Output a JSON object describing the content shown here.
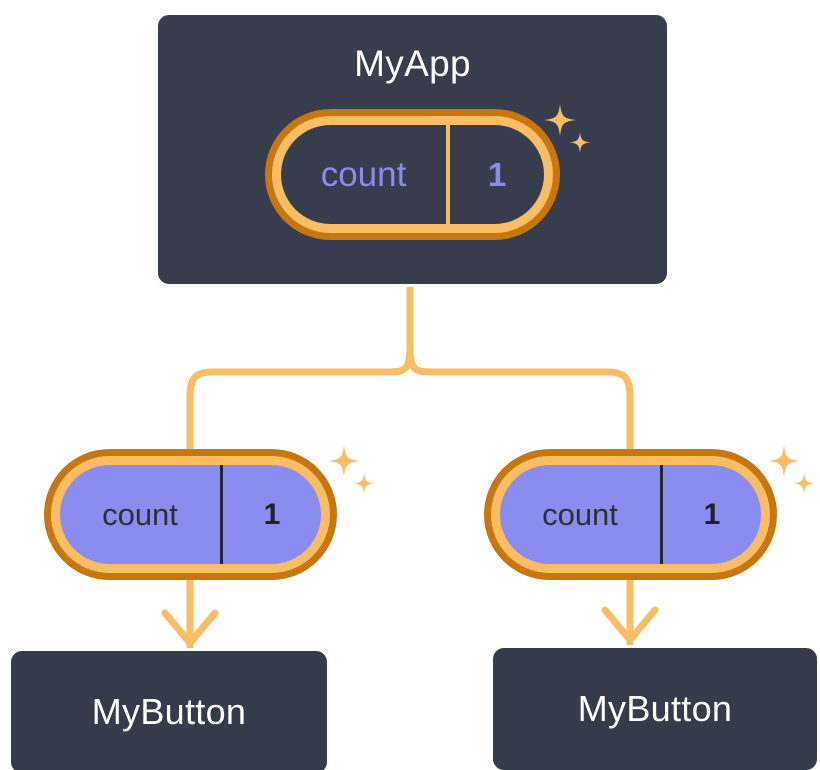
{
  "diagram": {
    "title": "MyApp component state propagation tree",
    "background_color": "#ffffff",
    "palette": {
      "card_fill": "#373d4c",
      "card_border": "#fdfdf8",
      "pill_ring_outer": "#c8760f",
      "pill_ring_inner": "#f9bd63",
      "state_purple": "#8a8cf0",
      "connector": "#f9bd63",
      "text_light": "#ffffff",
      "text_dark": "#2b3038"
    }
  },
  "nodes": {
    "app": {
      "label": "MyApp",
      "kind": "component-card",
      "variant": "dark",
      "state": {
        "key": "count",
        "value": "1",
        "style": "dark-face-purple-text"
      },
      "sparkle_icon": "sparkles-icon"
    },
    "state_left": {
      "kind": "state-pill",
      "variant": "light",
      "key": "count",
      "value": "1",
      "sparkle_icon": "sparkles-icon"
    },
    "state_right": {
      "kind": "state-pill",
      "variant": "light",
      "key": "count",
      "value": "1",
      "sparkle_icon": "sparkles-icon"
    },
    "button_left": {
      "label": "MyButton",
      "kind": "component-card",
      "variant": "dark"
    },
    "button_right": {
      "label": "MyButton",
      "kind": "component-card",
      "variant": "dark"
    }
  },
  "connectors": {
    "trunk": "MyApp splits into two branches",
    "arrow_left": "state_left to button_left",
    "arrow_right": "state_right to button_right",
    "color": "#f9bd63"
  }
}
